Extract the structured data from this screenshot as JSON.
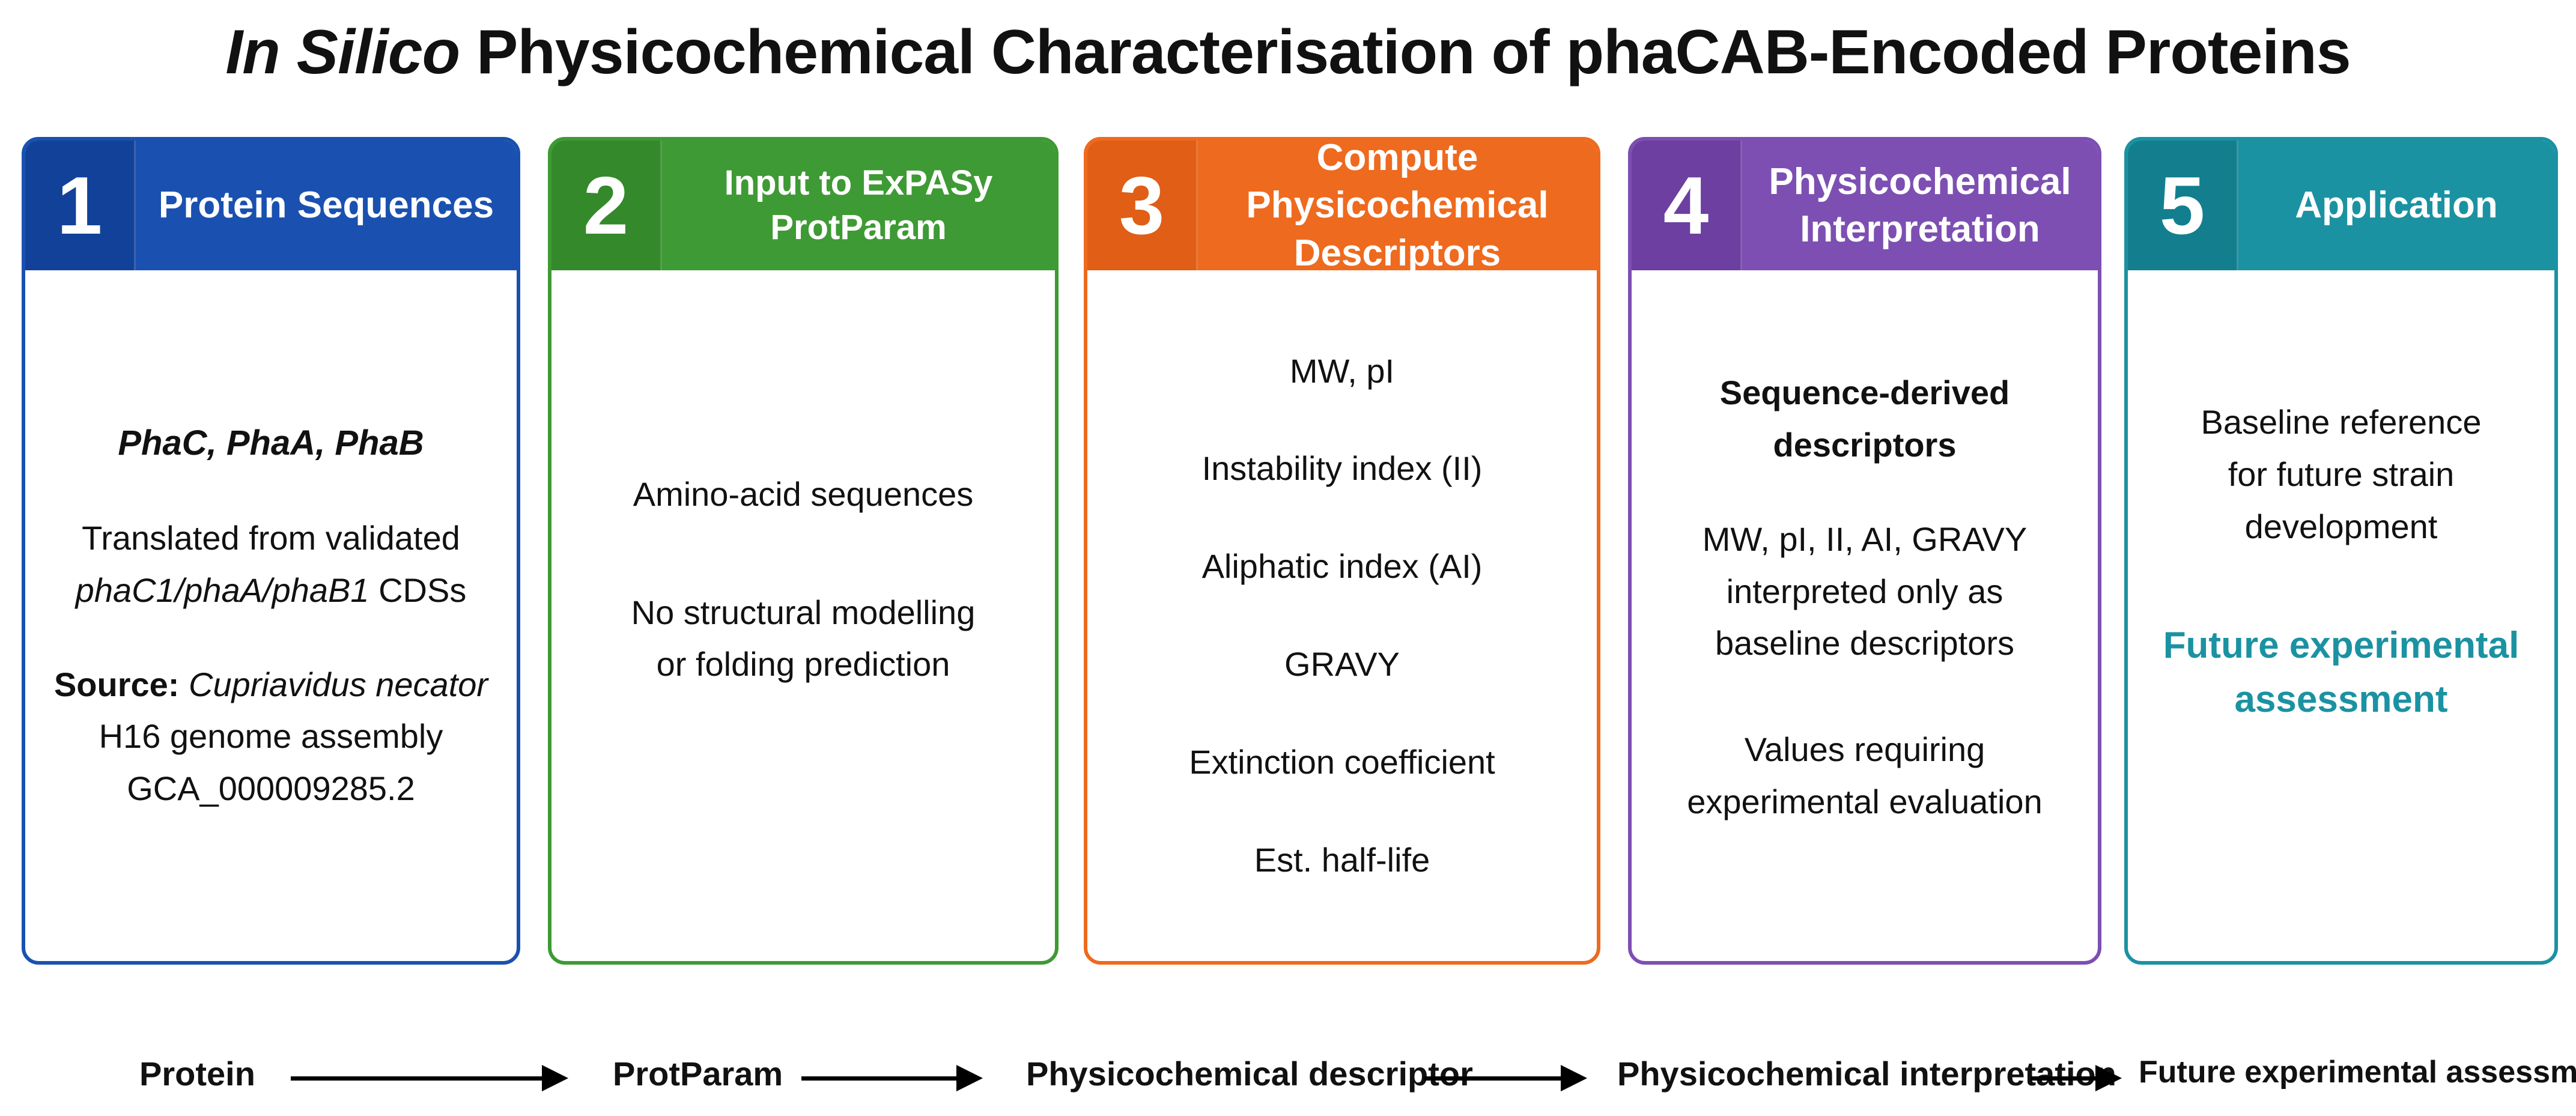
{
  "title": {
    "italic": "In Silico",
    "rest": "Physicochemical Characterisation of phaCAB-Encoded Proteins"
  },
  "panels": [
    {
      "number": "1",
      "title": "Protein Sequences",
      "genes": "PhaC, PhaA, PhaB",
      "translated_line1": "Translated from validated",
      "translated_italic": "phaC1/phaA/phaB1",
      "translated_suffix": "CDSs",
      "source_label": "Source:",
      "source_organism": "Cupriavidus necator",
      "source_line2": "H16 genome assembly",
      "source_line3": "GCA_000009285.2"
    },
    {
      "number": "2",
      "title": "Input to ExPASy ProtParam",
      "line1": "Amino-acid sequences",
      "line2": "No structural modelling",
      "line3": "or folding prediction"
    },
    {
      "number": "3",
      "title_line1": "Compute Physicochemical",
      "title_line2": "Descriptors",
      "items": [
        "MW, pI",
        "Instability index (II)",
        "Aliphatic index (AI)",
        "GRAVY",
        "Extinction coefficient",
        "Est. half-life"
      ]
    },
    {
      "number": "4",
      "title_line1": "Physicochemical",
      "title_line2": "Interpretation",
      "subtitle": "Sequence-derived descriptors",
      "line1": "MW, pI, II, AI, GRAVY",
      "line2": "interpreted only as",
      "line3": "baseline descriptors",
      "line4": "Values requiring",
      "line5": "experimental evaluation"
    },
    {
      "number": "5",
      "title": "Application",
      "line1": "Baseline reference",
      "line2": "for future strain",
      "line3": "development",
      "accent_line1": "Future experimental",
      "accent_line2": "assessment"
    }
  ],
  "flow": [
    "Protein",
    "ProtParam",
    "Physicochemical descriptor",
    "Physicochemical interpretation",
    "Future experimental assessment"
  ],
  "colors": {
    "panel1": "#1a51b0",
    "panel2": "#3e9a34",
    "panel3": "#ee6a1e",
    "panel4": "#7d4fb2",
    "panel5": "#1b92a2"
  }
}
